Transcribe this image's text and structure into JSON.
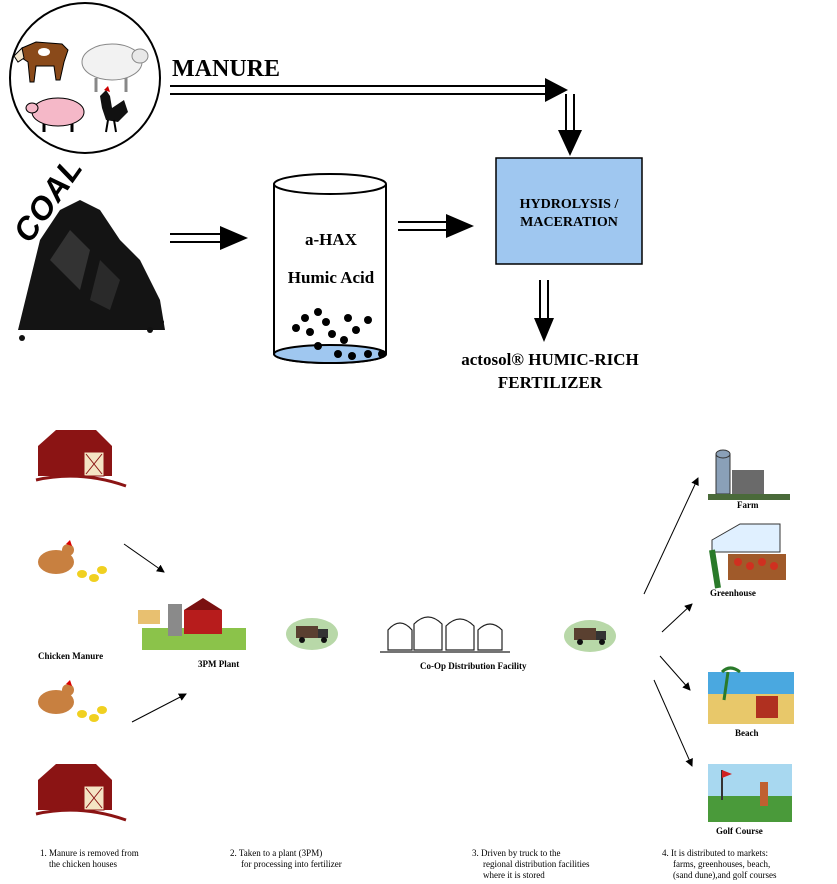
{
  "top": {
    "manure_label": "MANURE",
    "coal_label": "COAL",
    "tank_line1": "a-HAX",
    "tank_line2": "Humic Acid",
    "process_line1": "HYDROLYSIS /",
    "process_line2": "MACERATION",
    "product_line1": "actosol® HUMIC-RICH",
    "product_line2": "FERTILIZER",
    "process_box_color": "#9fc7f0"
  },
  "bottom": {
    "chicken_manure": "Chicken Manure",
    "plant": "3PM Plant",
    "coop": "Co-Op Distribution Facility",
    "markets": [
      "Farm",
      "Greenhouse",
      "Beach",
      "Golf Course"
    ],
    "steps": [
      {
        "line1": "1. Manure is removed from",
        "line2": "the chicken houses",
        "line3": ""
      },
      {
        "line1": "2. Taken to a plant (3PM)",
        "line2": "for processing into fertilizer",
        "line3": ""
      },
      {
        "line1": "3. Driven by truck to the",
        "line2": "regional distribution facilities",
        "line3": "where it is stored"
      },
      {
        "line1": "4. It is distributed to markets:",
        "line2": "farms, greenhouses, beach,",
        "line3": "(sand dune),and golf courses"
      }
    ]
  }
}
